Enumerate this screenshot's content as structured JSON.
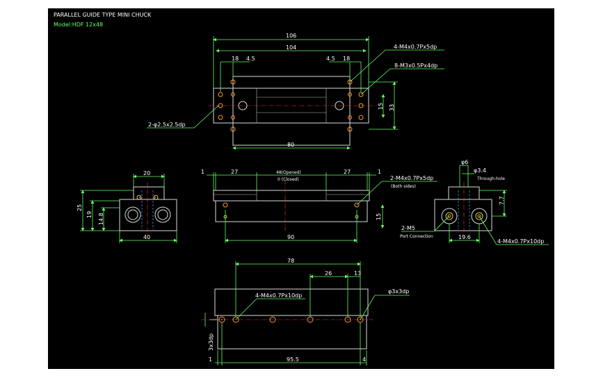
{
  "header": {
    "title": "PARALLEL GUIDE TYPE MINI CHUCK",
    "model": "Model:HDF 12x48"
  },
  "top_view": {
    "dim_106": "106",
    "dim_104": "104",
    "dim_18_left": "18",
    "dim_4_5_left": "4.5",
    "dim_4_5_right": "4.5",
    "dim_18_right": "18",
    "dim_15": "15",
    "dim_33": "33",
    "dim_80": "80",
    "callout_m4": "4-M4x0.7Px5dp",
    "callout_m3": "8-M3x0.5Px4dp",
    "callout_hole": "2-φ2.5x2.5dp"
  },
  "front_view": {
    "dim_1_left": "1",
    "dim_27_left": "27",
    "stroke_open": "48(Opened)",
    "stroke_closed": "0 (Closed)",
    "dim_27_right": "27",
    "dim_1_right": "1",
    "dim_15": "15",
    "dim_90": "90",
    "callout_m4": "2-M4x0.7Px5dp",
    "callout_sub": "(Both sides)"
  },
  "left_view": {
    "dim_20": "20",
    "dim_25": "25",
    "dim_19": "19",
    "dim_14_8": "14.8",
    "dim_40": "40"
  },
  "right_view": {
    "dim_phi6": "φ6",
    "dim_phi3_4": "φ3.4",
    "through": "Through-hole",
    "dim_7_7": "7.7",
    "callout_m5": "2-M5",
    "port": "Port Connection",
    "dim_19_6": "19.6",
    "callout_m4": "4-M4x0.7Px10dp"
  },
  "bottom_view": {
    "dim_78": "78",
    "dim_26": "26",
    "dim_13": "13",
    "callout_m4": "4-M4x0.7Px10dp",
    "callout_hole": "φ3x3dp",
    "dim_3x3dp": "3x3dp",
    "dim_1": "1",
    "dim_95_5": "95.5",
    "dim_4": "4"
  }
}
